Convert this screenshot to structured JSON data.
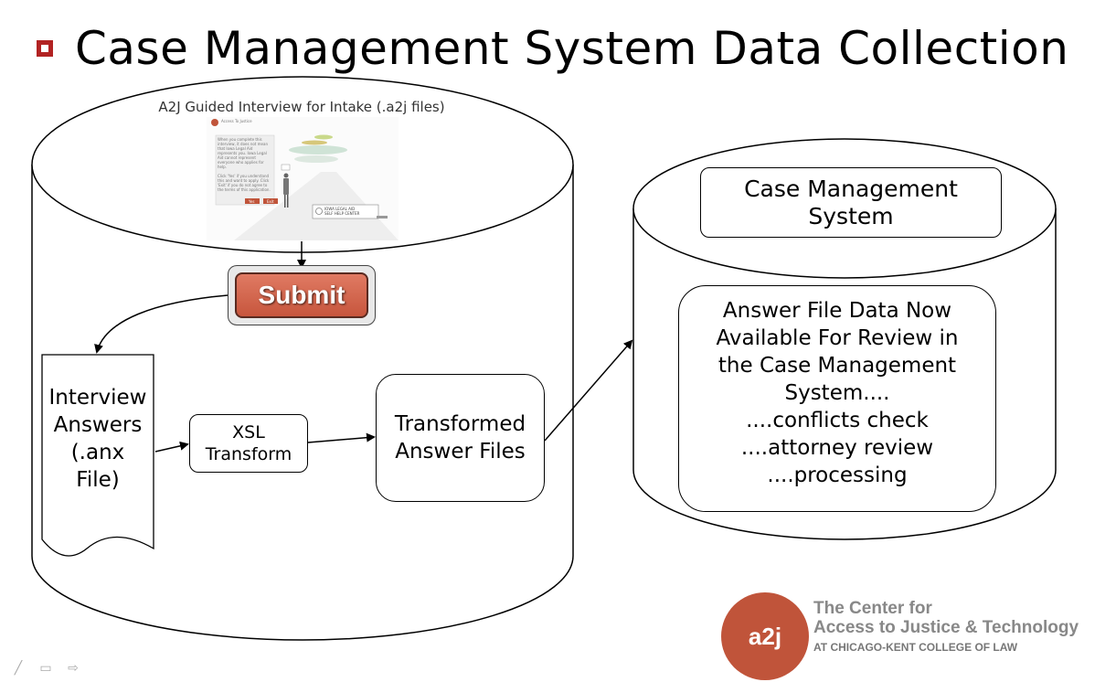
{
  "slide": {
    "title": "Case Management System Data Collection"
  },
  "left_cylinder": {
    "caption": "A2J Guided Interview for Intake (.a2j  files)",
    "submit_label": "Submit",
    "document_label": "Interview\nAnswers\n(.anx\nFile)",
    "xsl_label": "XSL\nTransform",
    "transformed_label": "Transformed\nAnswer Files"
  },
  "right_cylinder": {
    "cms_label": "Case Management\nSystem",
    "answer_label": "Answer File Data Now\nAvailable For Review in\nthe Case Management\nSystem....\n....conflicts check\n....attorney review\n....processing"
  },
  "screenshot": {
    "header": "Access To Justice",
    "body": "When you complete this interview, it does not mean that Iowa Legal Aid represents you. Iowa Legal Aid cannot represent everyone who applies for help.\n\nClick 'Yes' if you understand this and want to apply. Click 'Exit' if you do not agree to the terms of this application.",
    "sign": "IOWA LEGAL AID\nSELF HELP CENTER",
    "btn_yes": "Yes",
    "btn_exit": "Exit"
  },
  "logo": {
    "mark": "a2j",
    "line1": "The Center for",
    "line2": "Access to Justice & Technology",
    "line3": "AT CHICAGO-KENT COLLEGE OF LAW"
  },
  "controls": [
    "pen-icon",
    "menu-icon",
    "next-arrow-icon"
  ]
}
